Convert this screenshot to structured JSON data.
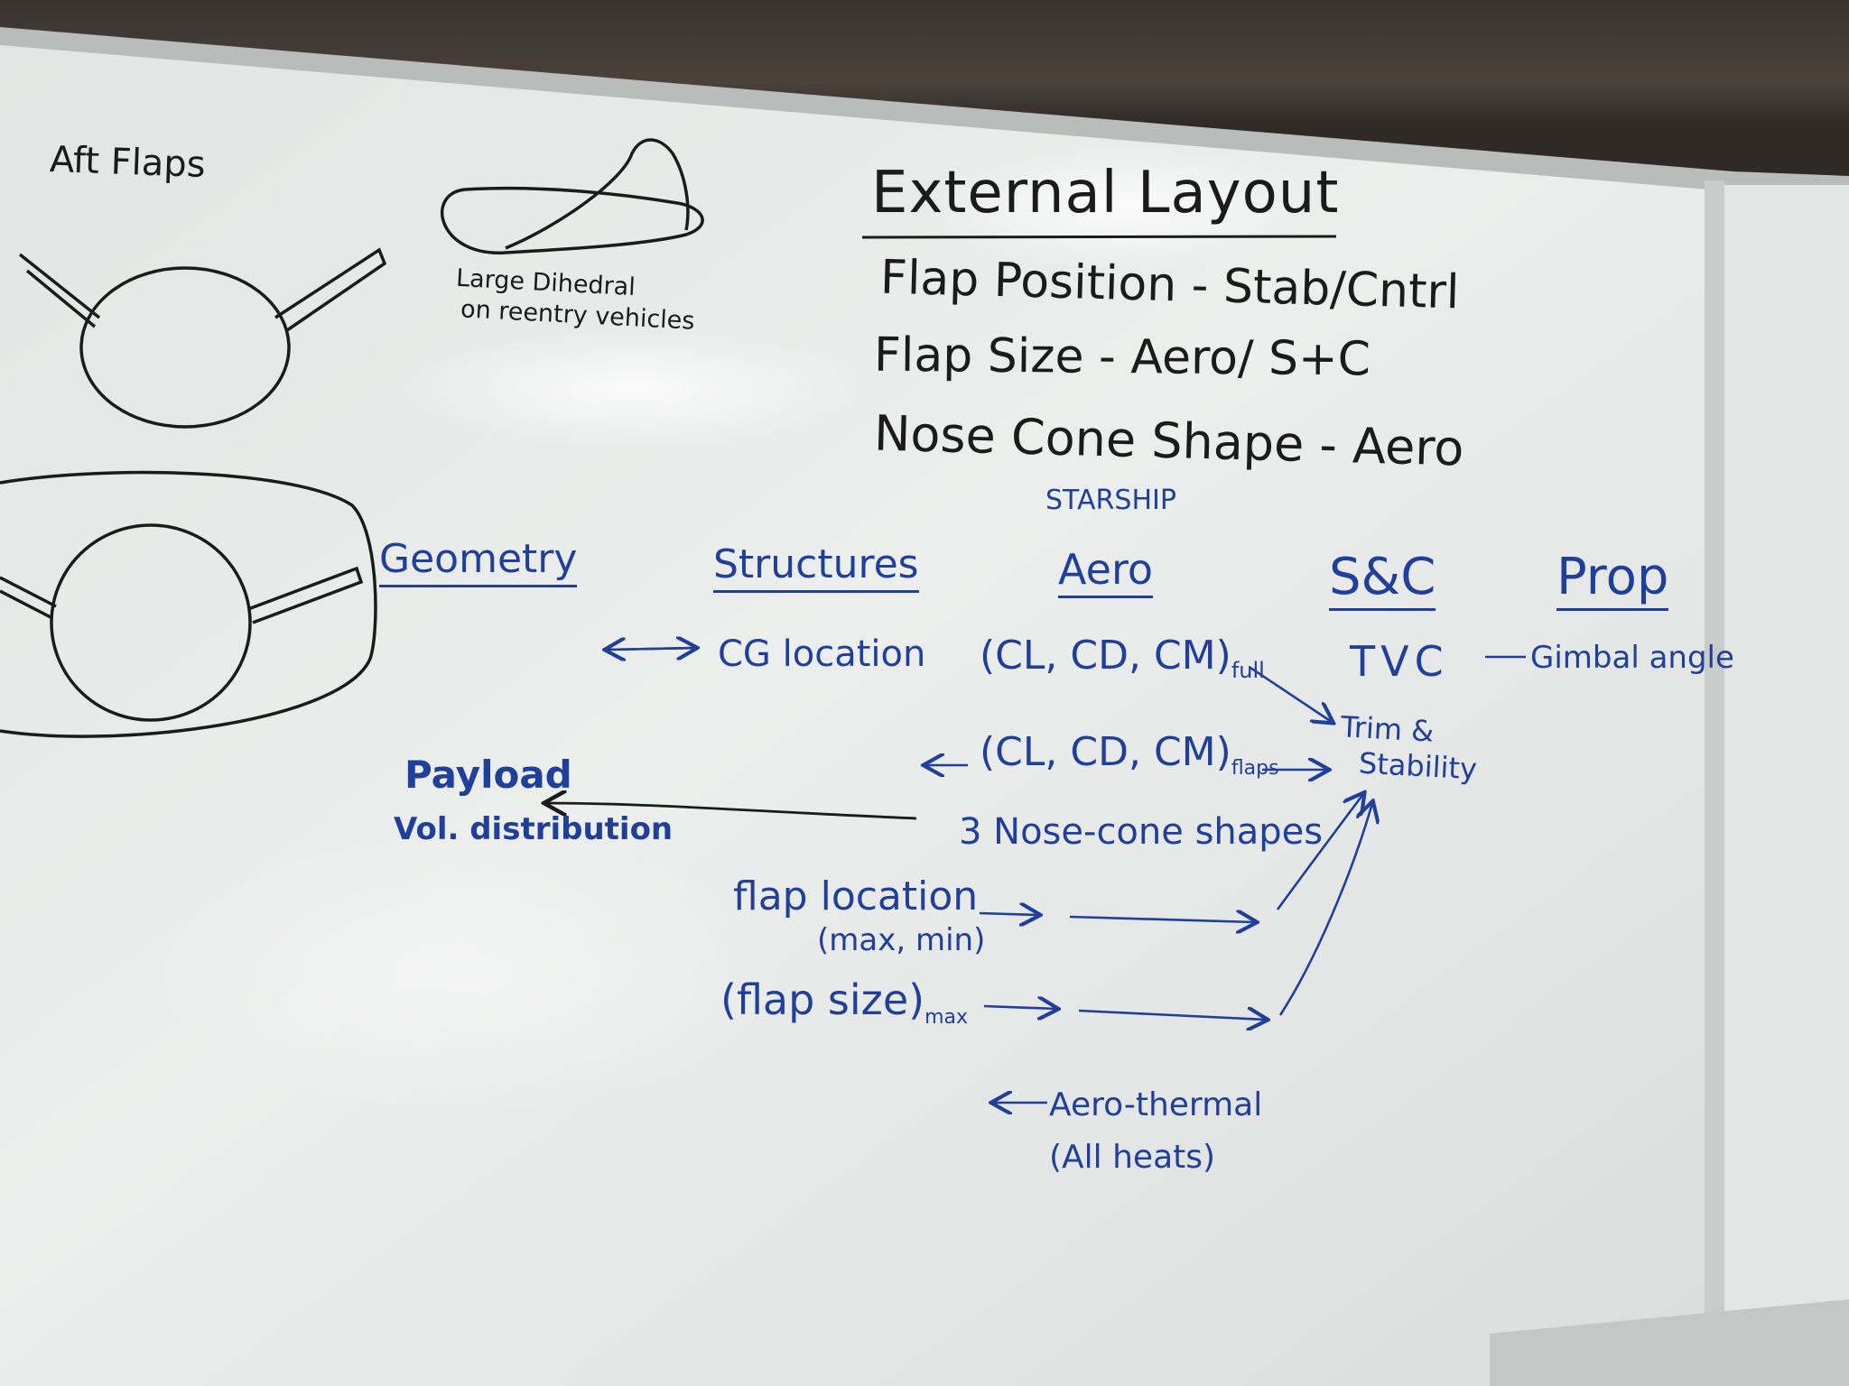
{
  "colors": {
    "marker_black": "#1b1b1b",
    "marker_blue": "#1f3f9a",
    "board": "#e9ebe9"
  },
  "sketches": {
    "aft_flaps_label": "Aft Flaps",
    "dihedral_label_line1": "Large Dihedral",
    "dihedral_label_line2": "on reentry vehicles"
  },
  "external_layout": {
    "title": "External Layout",
    "items": [
      "Flap Position - Stab/Cntrl",
      "Flap Size - Aero/ S+C",
      "Nose Cone Shape - Aero"
    ]
  },
  "disciplines": {
    "starship_note": "STARSHIP",
    "headers": [
      "Geometry",
      "Structures",
      "Aero",
      "S&C",
      "Prop"
    ]
  },
  "flow": {
    "cg_location": "CG location",
    "coeff_full": "(CL, CD, CM)",
    "coeff_full_sub": "full",
    "coeff_flaps": "(CL, CD, CM)",
    "coeff_flaps_sub": "flaps",
    "tvc": "TVC",
    "gimbal": "Gimbal angle",
    "trim_line1": "Trim &",
    "trim_line2": "Stability",
    "payload_line1": "Payload",
    "payload_line2": "Vol. distribution",
    "nose_cone_shapes": "3 Nose-cone shapes",
    "flap_location": "flap location",
    "flap_location_sub": "(max, min)",
    "flap_size": "(flap size)",
    "flap_size_sub": "max",
    "aero_thermal_line1": "Aero-thermal",
    "aero_thermal_line2": "(All heats)"
  }
}
